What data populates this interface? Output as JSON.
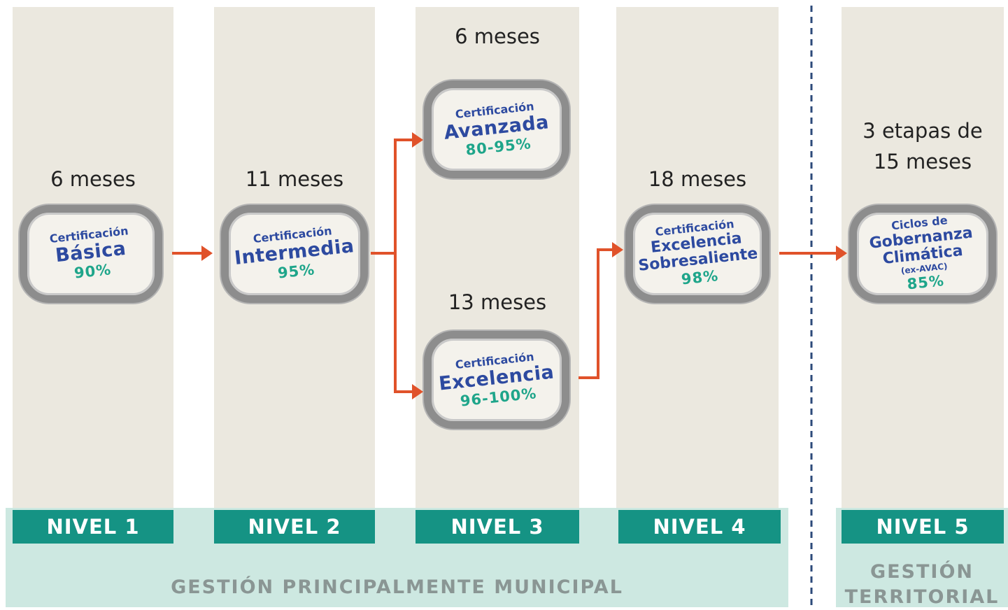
{
  "levels": [
    {
      "label": "NIVEL 1",
      "duration": "6 meses",
      "cert_small": "Certificación",
      "cert_name": "Básica",
      "pct": "90%"
    },
    {
      "label": "NIVEL 2",
      "duration": "11 meses",
      "cert_small": "Certificación",
      "cert_name": "Intermedia",
      "pct": "95%"
    },
    {
      "label": "NIVEL 3",
      "upper": {
        "duration": "6 meses",
        "cert_small": "Certificación",
        "cert_name": "Avanzada",
        "pct": "80-95%"
      },
      "lower": {
        "duration": "13 meses",
        "cert_small": "Certificación",
        "cert_name": "Excelencia",
        "pct": "96-100%"
      }
    },
    {
      "label": "NIVEL 4",
      "duration": "18 meses",
      "cert_small": "Certificación",
      "cert_line1": "Excelencia",
      "cert_line2": "Sobresaliente",
      "pct": "98%"
    },
    {
      "label": "NIVEL 5",
      "duration_line1": "3 etapas de",
      "duration_line2": "15 meses",
      "cert_small": "Ciclos de",
      "cert_line1": "Gobernanza",
      "cert_line2": "Climática",
      "cert_note": "(ex-AVAC)",
      "pct": "85%"
    }
  ],
  "regions": {
    "municipal": "GESTIÓN PRINCIPALMENTE MUNICIPAL",
    "territorial_line1": "GESTIÓN",
    "territorial_line2": "TERRITORIAL"
  },
  "colors": {
    "column_bg": "#ebe8df",
    "band_bg": "#cde8e1",
    "level_bg": "#159384",
    "arrow": "#e0522a",
    "badge_text": "#2d4aa0",
    "badge_pct": "#1ea58a",
    "divider": "#2c4a7a"
  }
}
